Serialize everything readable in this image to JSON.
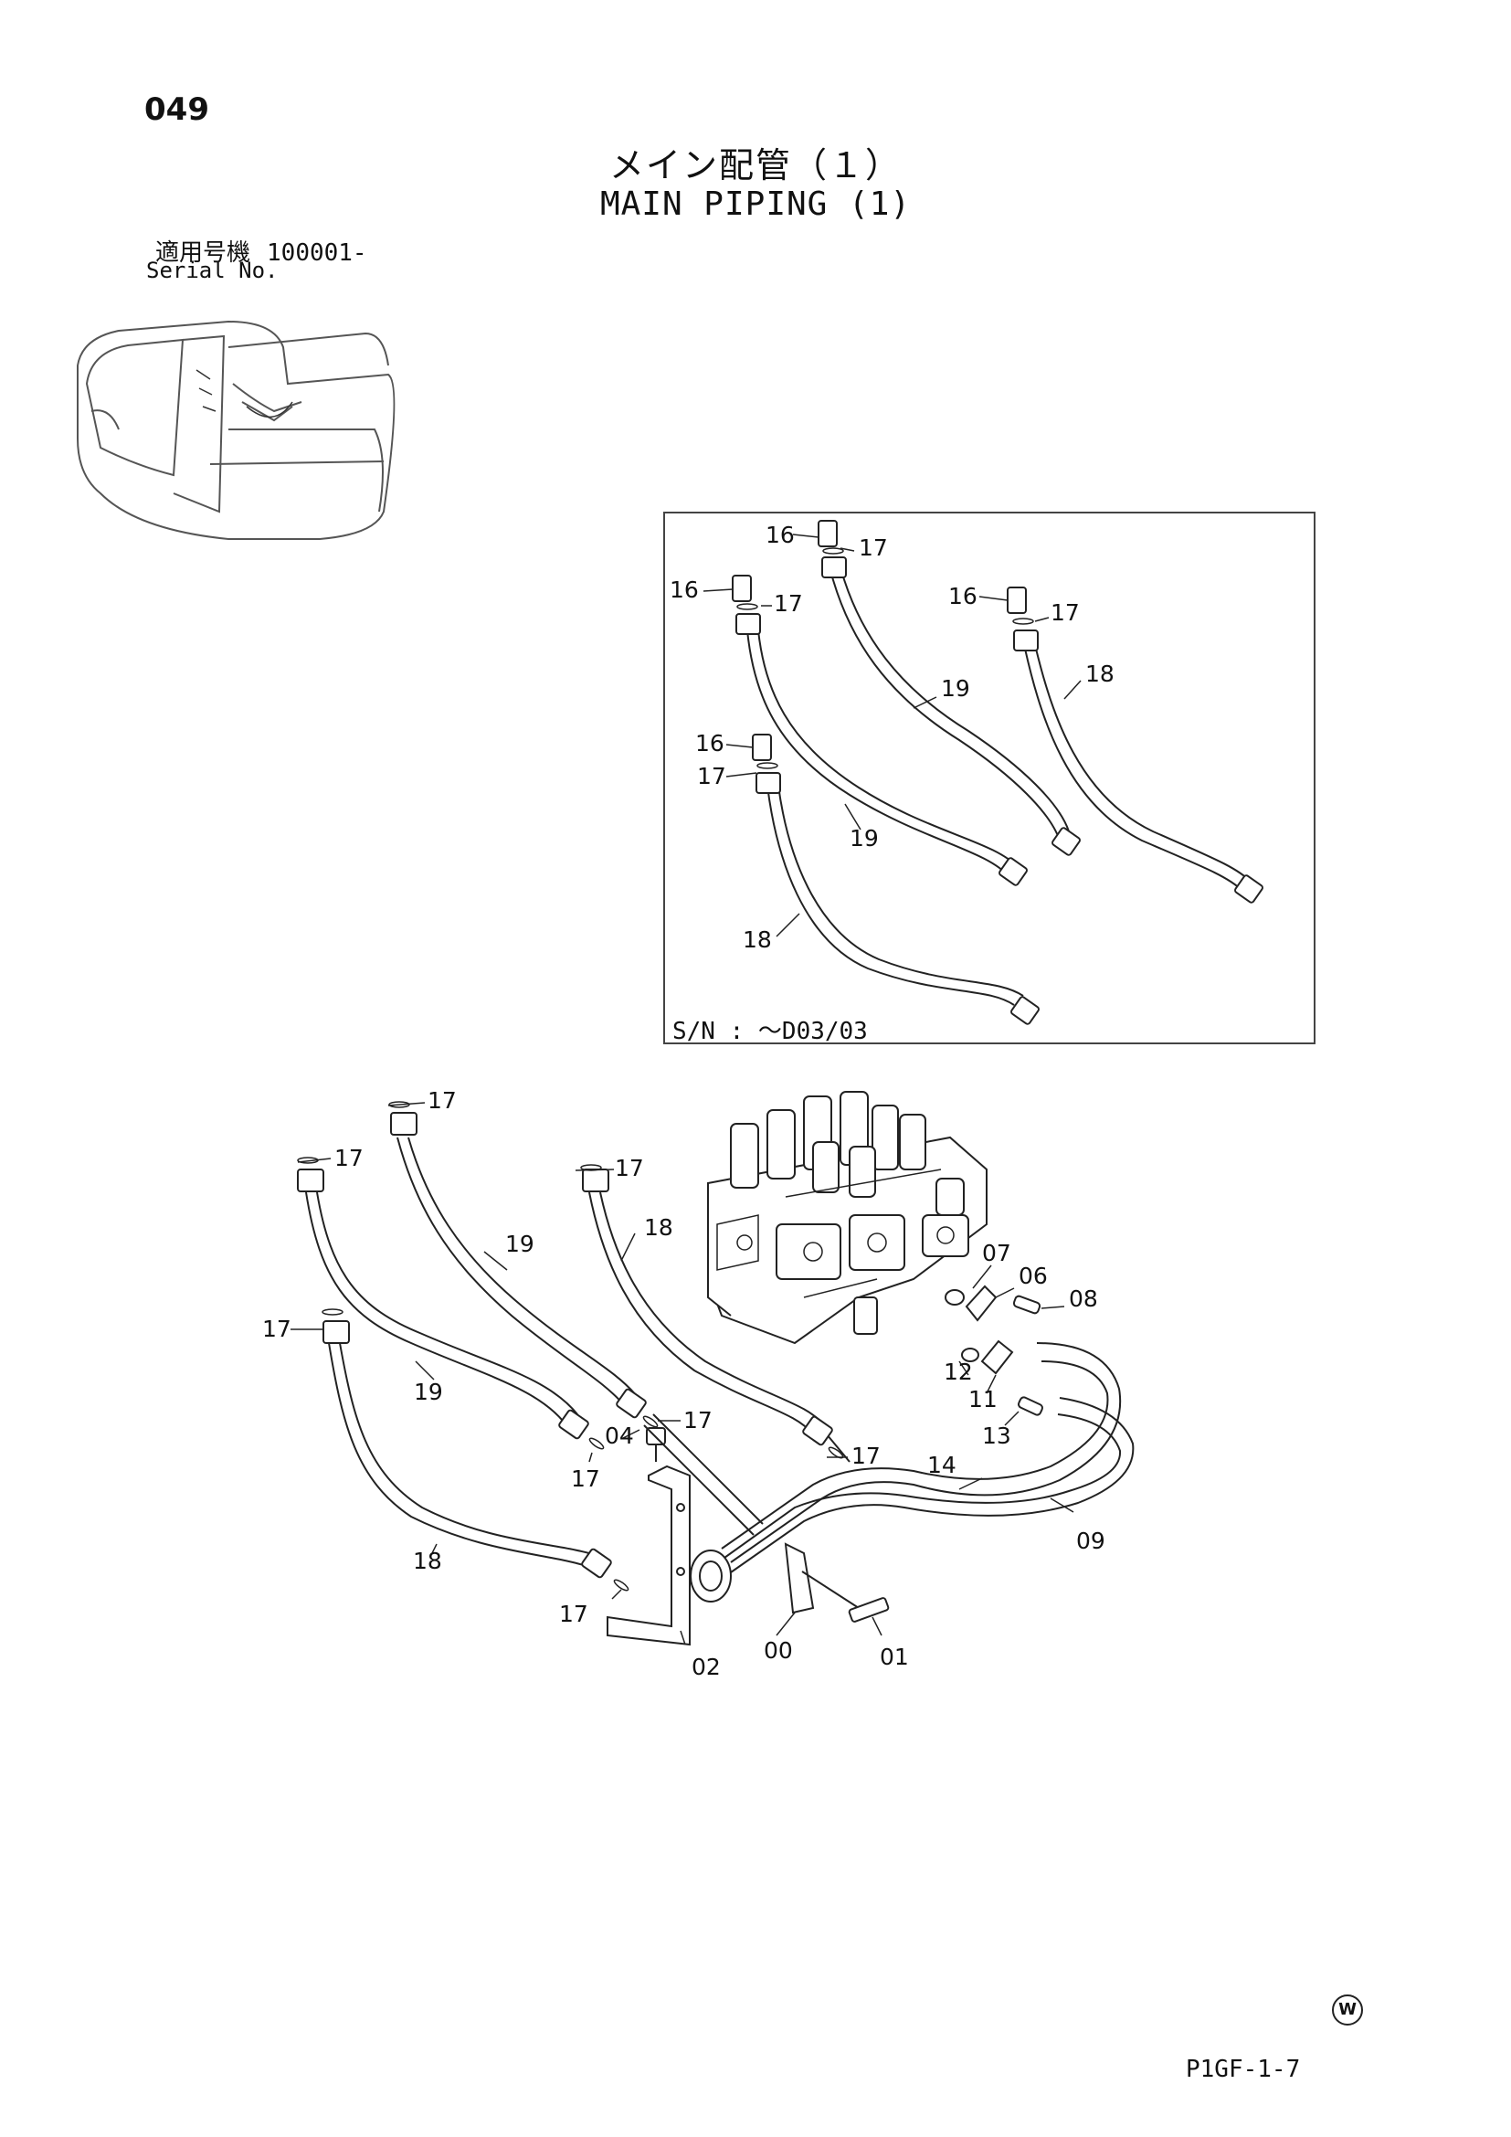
{
  "page": {
    "number": "049",
    "title_jp": "メイン配管（１）",
    "title_en": "MAIN PIPING (1)",
    "serial_label_jp": "適用号機",
    "serial_value": "100001-",
    "serial_label_en": "Serial No.",
    "inset_serial_note": "S/N : ～D03/03",
    "watermark_mark": "W",
    "page_code": "P1GF-1-7"
  },
  "inset_labels": [
    "16",
    "17",
    "16",
    "17",
    "16",
    "17",
    "19",
    "18",
    "16",
    "17",
    "19",
    "18"
  ],
  "main_labels": [
    "17",
    "17",
    "17",
    "19",
    "18",
    "17",
    "19",
    "17",
    "04",
    "17",
    "17",
    "18",
    "17",
    "07",
    "06",
    "08",
    "12",
    "11",
    "13",
    "14",
    "09",
    "02",
    "00",
    "01"
  ]
}
